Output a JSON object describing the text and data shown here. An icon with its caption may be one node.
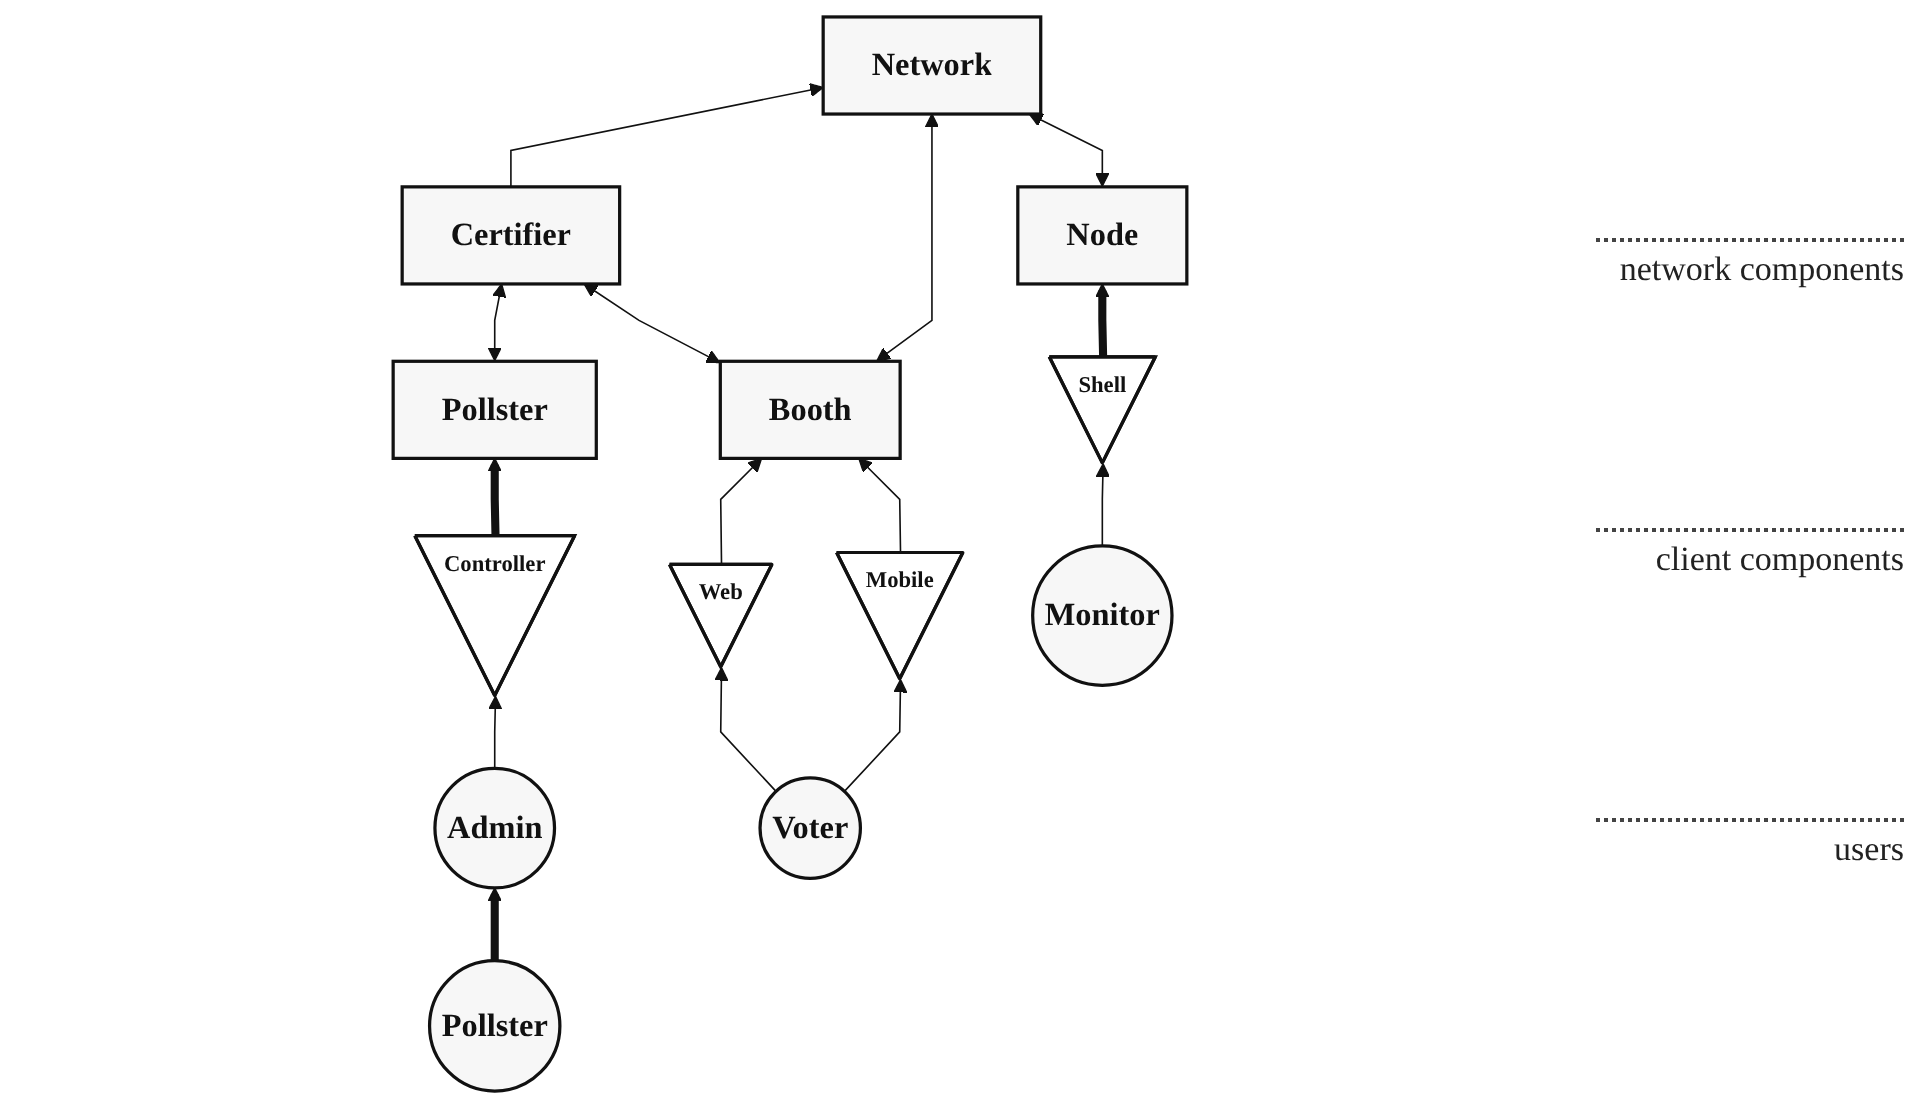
{
  "diagram": {
    "nodes": [
      {
        "text": [
          "Certifier"
        ]
      },
      {
        "text": [
          "Network"
        ]
      },
      {
        "text": [
          "Pollster"
        ]
      },
      {
        "text": [
          "Booth"
        ]
      },
      {
        "text": [
          "Node"
        ]
      },
      {
        "text": [
          "Controller"
        ]
      },
      {
        "text": [
          "Web"
        ]
      },
      {
        "text": [
          "Mobile"
        ]
      },
      {
        "text": [
          "Shell"
        ]
      },
      {
        "text": [
          "Pollster"
        ]
      },
      {
        "text": [
          "Admin"
        ]
      },
      {
        "text": [
          "Voter"
        ]
      },
      {
        "text": [
          "Monitor"
        ]
      }
    ],
    "edges": [
      {
        "from": 0,
        "to": 1,
        "arrow": "to"
      },
      {
        "from": 0,
        "to": 2,
        "arrow": "both"
      },
      {
        "from": 0,
        "to": 3,
        "arrow": "both"
      },
      {
        "from": 1,
        "to": 3,
        "arrow": "both"
      },
      {
        "from": 1,
        "to": 4,
        "arrow": "both"
      },
      {
        "from": 5,
        "to": 2,
        "arrow": "to",
        "style": "thick"
      },
      {
        "from": 6,
        "to": 3,
        "arrow": "to"
      },
      {
        "from": 7,
        "to": 3,
        "arrow": "to"
      },
      {
        "from": 8,
        "to": 4,
        "arrow": "to",
        "style": "thick"
      },
      {
        "from": 9,
        "to": 10,
        "arrow": "to",
        "style": "thick"
      },
      {
        "from": 10,
        "to": 5,
        "arrow": "to"
      },
      {
        "from": 11,
        "to": 6,
        "arrow": "to"
      },
      {
        "from": 11,
        "to": 7,
        "arrow": "to"
      },
      {
        "from": 12,
        "to": 8,
        "arrow": "to"
      }
    ],
    "labels": [
      "network components",
      "client components",
      "users"
    ]
  }
}
